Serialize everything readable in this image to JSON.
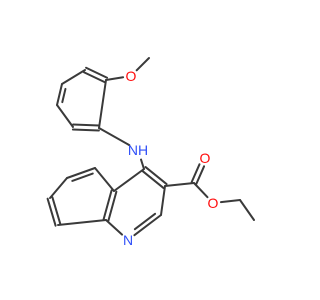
{
  "molecule": {
    "colors": {
      "bond": "#3a3a3a",
      "oxygen": "#ff0d0d",
      "nitrogen": "#3050f8",
      "background": "#ffffff"
    },
    "atoms": [
      {
        "id": "c_methyl_ome",
        "element": "C",
        "label": ""
      },
      {
        "id": "o_methoxy",
        "element": "O",
        "label": "O"
      },
      {
        "id": "c_ar_b1",
        "element": "C",
        "label": ""
      },
      {
        "id": "c_ar_b2",
        "element": "C",
        "label": ""
      },
      {
        "id": "c_ar_b3",
        "element": "C",
        "label": ""
      },
      {
        "id": "c_ar_b4",
        "element": "C",
        "label": ""
      },
      {
        "id": "c_ar_b5",
        "element": "C",
        "label": ""
      },
      {
        "id": "c_ar_b6",
        "element": "C",
        "label": ""
      },
      {
        "id": "n_amine",
        "element": "N",
        "label": "NH"
      },
      {
        "id": "c_q4",
        "element": "C",
        "label": ""
      },
      {
        "id": "c_q3",
        "element": "C",
        "label": ""
      },
      {
        "id": "c_q2",
        "element": "C",
        "label": ""
      },
      {
        "id": "n_q1",
        "element": "N",
        "label": "N"
      },
      {
        "id": "c_q8a",
        "element": "C",
        "label": ""
      },
      {
        "id": "c_q4a",
        "element": "C",
        "label": ""
      },
      {
        "id": "c_q5",
        "element": "C",
        "label": ""
      },
      {
        "id": "c_q6",
        "element": "C",
        "label": ""
      },
      {
        "id": "c_q7",
        "element": "C",
        "label": ""
      },
      {
        "id": "c_q8",
        "element": "C",
        "label": ""
      },
      {
        "id": "c_carbonyl",
        "element": "C",
        "label": ""
      },
      {
        "id": "o_carbonyl",
        "element": "O",
        "label": "O"
      },
      {
        "id": "o_ester",
        "element": "O",
        "label": "O"
      },
      {
        "id": "c_ethyl_ch2",
        "element": "C",
        "label": ""
      },
      {
        "id": "c_ethyl_ch3",
        "element": "C",
        "label": ""
      }
    ],
    "bonds": [
      {
        "a": "c_methyl_ome",
        "b": "o_methoxy",
        "order": 1
      },
      {
        "a": "o_methoxy",
        "b": "c_ar_b1",
        "order": 1
      },
      {
        "a": "c_ar_b1",
        "b": "c_ar_b2",
        "order": 2
      },
      {
        "a": "c_ar_b2",
        "b": "c_ar_b3",
        "order": 1
      },
      {
        "a": "c_ar_b3",
        "b": "c_ar_b4",
        "order": 2
      },
      {
        "a": "c_ar_b4",
        "b": "c_ar_b5",
        "order": 1
      },
      {
        "a": "c_ar_b5",
        "b": "c_ar_b6",
        "order": 2
      },
      {
        "a": "c_ar_b6",
        "b": "c_ar_b1",
        "order": 1
      },
      {
        "a": "c_ar_b6",
        "b": "n_amine",
        "order": 1
      },
      {
        "a": "n_amine",
        "b": "c_q4",
        "order": 1
      },
      {
        "a": "c_q4",
        "b": "c_q3",
        "order": 2
      },
      {
        "a": "c_q3",
        "b": "c_q2",
        "order": 1
      },
      {
        "a": "c_q2",
        "b": "n_q1",
        "order": 2
      },
      {
        "a": "n_q1",
        "b": "c_q8a",
        "order": 1
      },
      {
        "a": "c_q8a",
        "b": "c_q4a",
        "order": 2
      },
      {
        "a": "c_q4a",
        "b": "c_q4",
        "order": 1
      },
      {
        "a": "c_q4a",
        "b": "c_q5",
        "order": 1
      },
      {
        "a": "c_q5",
        "b": "c_q6",
        "order": 2
      },
      {
        "a": "c_q6",
        "b": "c_q7",
        "order": 1
      },
      {
        "a": "c_q7",
        "b": "c_q8",
        "order": 2
      },
      {
        "a": "c_q8",
        "b": "c_q8a",
        "order": 1
      },
      {
        "a": "c_q3",
        "b": "c_carbonyl",
        "order": 1
      },
      {
        "a": "c_carbonyl",
        "b": "o_carbonyl",
        "order": 2
      },
      {
        "a": "c_carbonyl",
        "b": "o_ester",
        "order": 1
      },
      {
        "a": "o_ester",
        "b": "c_ethyl_ch2",
        "order": 1
      },
      {
        "a": "c_ethyl_ch2",
        "b": "c_ethyl_ch3",
        "order": 1
      }
    ]
  }
}
